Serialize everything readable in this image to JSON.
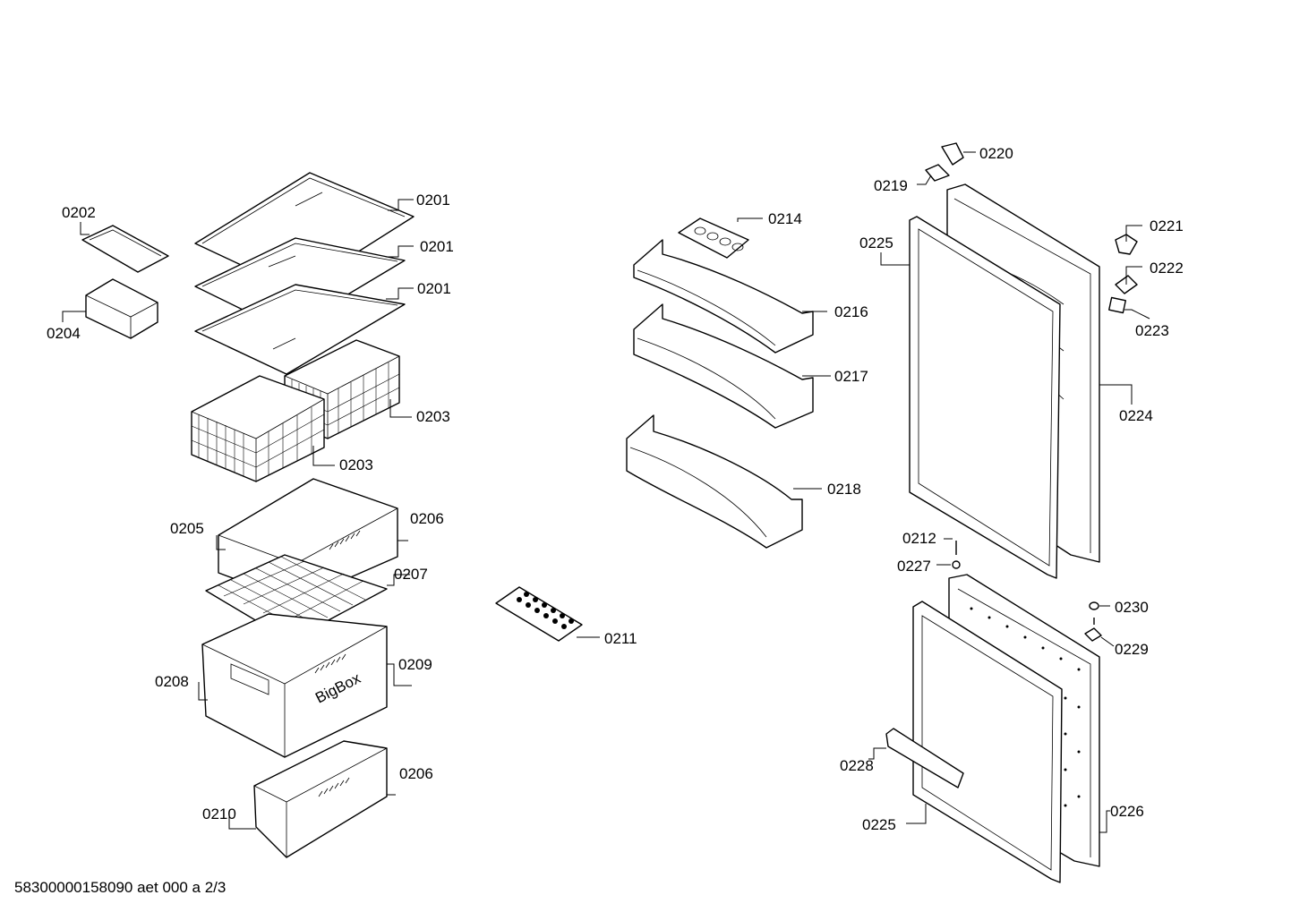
{
  "callouts": [
    {
      "id": "0201a",
      "text": "0201"
    },
    {
      "id": "0201b",
      "text": "0201"
    },
    {
      "id": "0201c",
      "text": "0201"
    },
    {
      "id": "0202",
      "text": "0202"
    },
    {
      "id": "0204",
      "text": "0204"
    },
    {
      "id": "0203a",
      "text": "0203"
    },
    {
      "id": "0203b",
      "text": "0203"
    },
    {
      "id": "0205",
      "text": "0205"
    },
    {
      "id": "0206a",
      "text": "0206"
    },
    {
      "id": "0207",
      "text": "0207"
    },
    {
      "id": "0208",
      "text": "0208"
    },
    {
      "id": "0209",
      "text": "0209"
    },
    {
      "id": "0206b",
      "text": "0206"
    },
    {
      "id": "0210",
      "text": "0210"
    },
    {
      "id": "0211",
      "text": "0211"
    },
    {
      "id": "0214",
      "text": "0214"
    },
    {
      "id": "0216",
      "text": "0216"
    },
    {
      "id": "0217",
      "text": "0217"
    },
    {
      "id": "0218",
      "text": "0218"
    },
    {
      "id": "0220",
      "text": "0220"
    },
    {
      "id": "0219",
      "text": "0219"
    },
    {
      "id": "0225a",
      "text": "0225"
    },
    {
      "id": "0221",
      "text": "0221"
    },
    {
      "id": "0222",
      "text": "0222"
    },
    {
      "id": "0223",
      "text": "0223"
    },
    {
      "id": "0224",
      "text": "0224"
    },
    {
      "id": "0212",
      "text": "0212"
    },
    {
      "id": "0227",
      "text": "0227"
    },
    {
      "id": "0230",
      "text": "0230"
    },
    {
      "id": "0229",
      "text": "0229"
    },
    {
      "id": "0228",
      "text": "0228"
    },
    {
      "id": "0226",
      "text": "0226"
    },
    {
      "id": "0225b",
      "text": "0225"
    }
  ],
  "drawer_brand": "BigBox",
  "footer": "58300000158090 aet 000 a 2/3"
}
